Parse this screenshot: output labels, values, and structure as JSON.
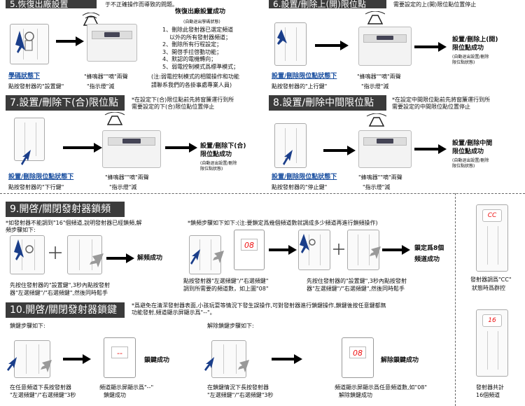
{
  "s5": {
    "title": "5.恢復出廠設置",
    "top_note": "于不正確操作而導致的問題。",
    "restore_title": "恢復出廠設置成功",
    "restore_sub": "(自動退出學碼狀態)",
    "list": [
      "1、刪除此發射器已選定頻道",
      "以外的所有發射器頻道；",
      "2、刪除所有行程設定；",
      "3、開啓手拉啓動功能；",
      "4、默認的電機轉向；",
      "5、弱電控制模式爲標準模式；"
    ],
    "note_a": "(注:弱電控制模式的相關操作和功能",
    "note_b": "請聯系我們的各掛事處專業人員)",
    "cap_link": "學碼狀態下",
    "cap_action": "點按發射器的\"設置鍵\"",
    "cap_beep": "\"蜂鳴器\"\"嘀\"兩聲",
    "cap_led": "\"指示燈\"滅"
  },
  "s6": {
    "title": "6.設置/刪除上(開)限位點",
    "note": "需要設定的上(開)限位點位置停止",
    "result": "設置/刪除上(開)",
    "result2": "限位點成功",
    "result_sub": "(自動退出設置/刪除",
    "result_sub2": "限位點狀態)",
    "cap_link": "設置/刪除限位點狀態下",
    "cap_action": "點按發射器的\"上行鍵\"",
    "cap_beep": "\"蜂鳴器\"\"嘀\"兩聲",
    "cap_led": "\"指示燈\"滅"
  },
  "s7": {
    "title": "7.設置/刪除下(合)限位點",
    "note_a": "*在設定下(合)限位點前先將窗簾運行到所",
    "note_b": "需要設定的下(合)限位點位置停止",
    "result": "設置/刪除下(合)",
    "result2": "限位點成功",
    "result_sub": "(自動退出設置/刪除",
    "result_sub2": "限位點狀態)",
    "cap_link": "設置/刪除限位點狀態下",
    "cap_action": "點按發射器的\"下行鍵\"",
    "cap_beep": "\"蜂鳴器\"\"嘀\"兩聲",
    "cap_led": "\"指示燈\"滅"
  },
  "s8": {
    "title": "8.設置/刪除中間限位點",
    "note_a": "*在設定中間限位點前先將窗簾運行到所",
    "note_b": "需要設定的中間限位點位置停止",
    "result": "設置/刪除中間",
    "result2": "限位點成功",
    "result_sub": "(自動退出設置/刪除",
    "result_sub2": "限位點狀態)",
    "cap_link": "設置/刪除限位點狀態下",
    "cap_action": "點按發射器的\"停止鍵\"",
    "cap_beep": "\"蜂鳴器\"\"嘀\"兩聲",
    "cap_led": "\"指示燈\"滅"
  },
  "s9": {
    "title": "9.開啓/關閉發射器鎖頻",
    "note_a": "*如發射器不能調到\"16\"個頻道,說明發射器已經鎖頻,解",
    "note_b": "頻步驟如下:",
    "unlock_ok": "解頻成功",
    "lock_note": "*鎖頻步驟如下如下:(注:要鎖定爲幾個頻道數就調成多少頻道再進行鎖頻操作)",
    "lock_ok_a": "鎖定爲8個",
    "lock_ok_b": "頻道成功",
    "display_08": "08",
    "cap1a": "先按住發射器的\"設置鍵\",3秒內點按發射",
    "cap1b": "器\"左選頻鍵\"/\"右選頻鍵\",然後同時鬆手",
    "cap2a": "點按發射器\"左選頻鍵\"/\"右選頻鍵\"",
    "cap2b": "調到所需要的頻道數，如上圖\"08\"",
    "cap3a": "先按住發射器的\"設置鍵\",3秒內點按發射",
    "cap3b": "器\"左選頻鍵\"/\"右選頻鍵\",然後同時鬆手"
  },
  "s10": {
    "title": "10.開啓/關閉發射器鎖鍵",
    "note_a": "*爲避免在清潔發射器表面,小孩玩耍等情況下發生誤操作,可對發射器進行鎖鍵操作,鎖鍵後按任意鍵都無",
    "note_b": "功能發射,頻道顯示屏顯示爲\"--\"。",
    "lock_steps": "鎖鍵步驟如下:",
    "unlock_steps": "解除鎖鍵步驟如下:",
    "lock_ok": "鎖鍵成功",
    "unlock_ok": "解除鎖鍵成功",
    "display_dash": "--",
    "display_08": "08",
    "cap1a": "在任意頻道下長按發射器",
    "cap1b": "\"左選頻鍵\"/\"右選頻鍵\"3秒",
    "cap2a": "頻道顯示屏顯示爲\"--\"",
    "cap2b": "鎖鍵成功",
    "cap3a": "在鎖鍵情況下長按發射器",
    "cap3b": "\"左選頻鍵\"/\"右選頻鍵\"3秒",
    "cap4a": "頻道顯示屏顯示爲任意頻道數,如\"08\"",
    "cap4b": "解除鎖鍵成功"
  },
  "side": {
    "display_cc": "CC",
    "display_16": "16",
    "cap1a": "發射器調爲\"CC\"",
    "cap1b": "狀態時爲群控",
    "cap2a": "發射器共計",
    "cap2b": "16個頻道"
  },
  "colors": {
    "accent_blue": "#1a4fa0",
    "header_bg": "#3b3b3b",
    "display_red": "#e11111"
  }
}
